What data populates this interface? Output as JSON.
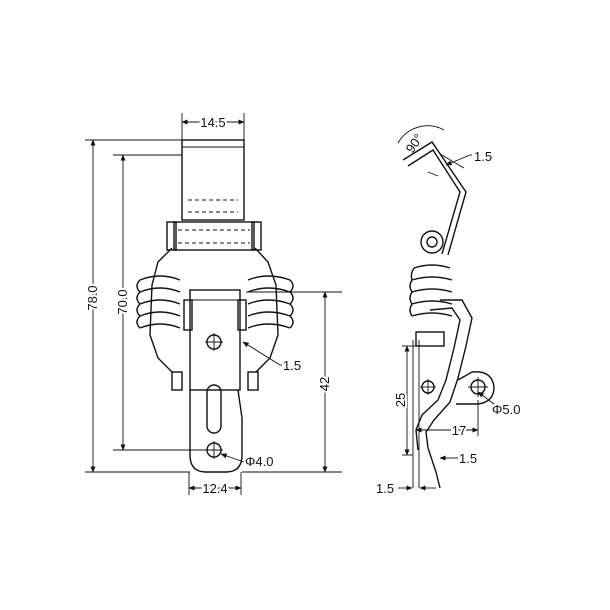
{
  "front_view": {
    "dims": {
      "top_width": "14.5",
      "overall_height": "78.0",
      "body_height": "70.0",
      "thickness": "1.5",
      "lower_height": "42",
      "hole_diameter": "Φ4.0",
      "bottom_width": "12.4"
    }
  },
  "side_view": {
    "dims": {
      "angle": "90°",
      "thickness_top": "1.5",
      "height": "25",
      "hole_diameter": "Φ5.0",
      "offset": "17",
      "thickness_mid": "1.5",
      "thickness_bottom": "1.5"
    }
  }
}
